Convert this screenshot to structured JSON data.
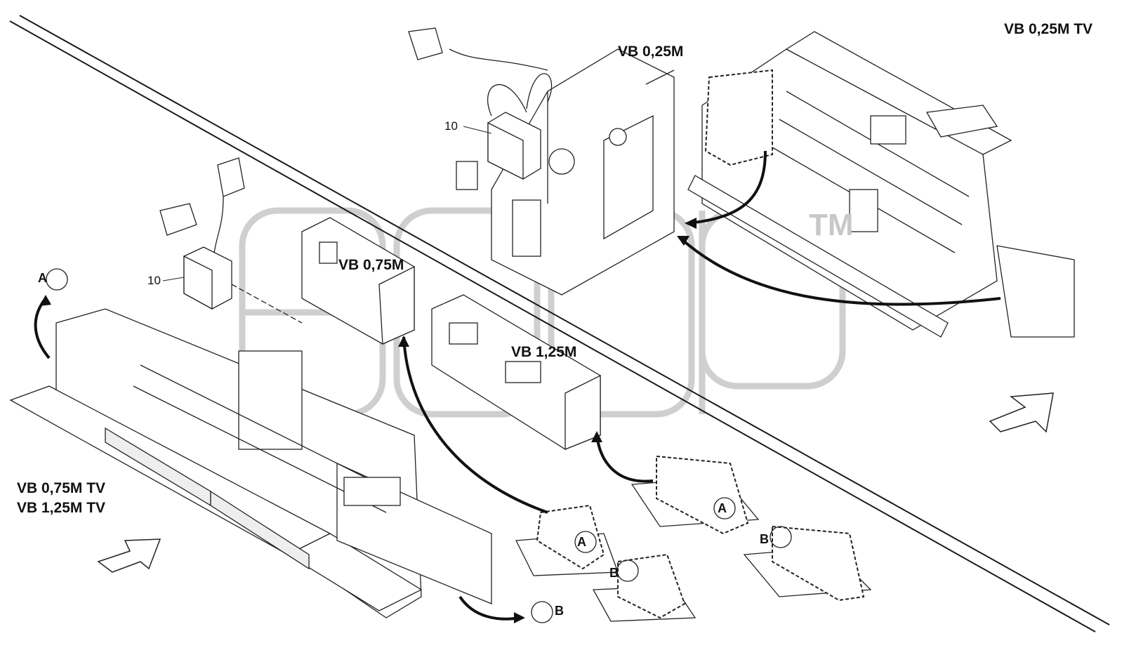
{
  "labels": {
    "vb025m_tv": "VB 0,25M TV",
    "vb025m": "VB 0,25M",
    "vb075m": "VB 0,75M",
    "vb125m": "VB 1,25M",
    "vb075m_tv": "VB 0,75M TV",
    "vb125m_tv": "VB 1,25M TV"
  },
  "callouts": {
    "item_10_top": "10",
    "item_10_left": "10"
  },
  "detail_refs": {
    "a": "A",
    "b": "B"
  },
  "watermark": {
    "tm": "TM"
  },
  "colors": {
    "line": "#1a1a1a",
    "watermark": "#cfcfcf",
    "background": "#ffffff"
  }
}
